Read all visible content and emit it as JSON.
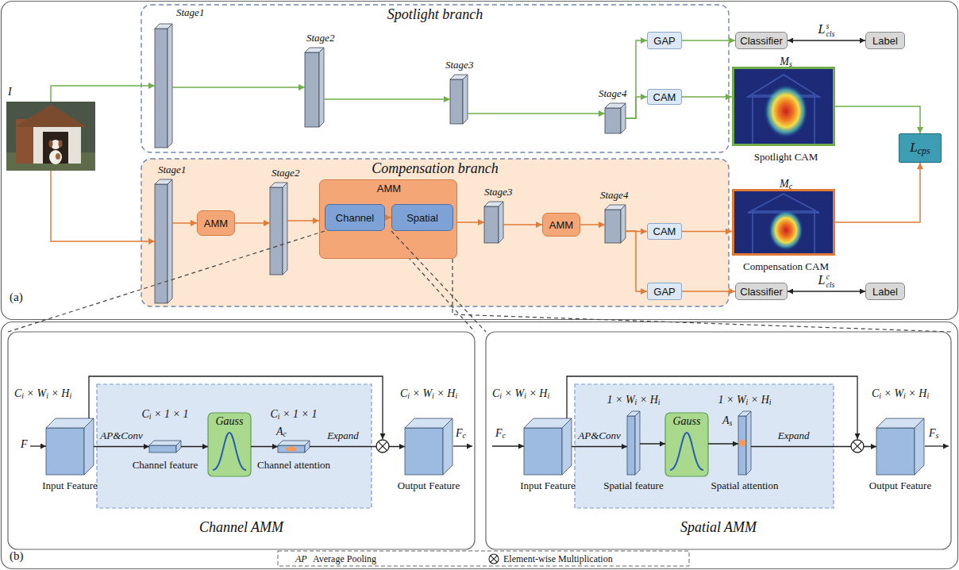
{
  "diagram": {
    "nodes": [
      {
        "text": [
          "I"
        ]
      },
      {
        "text": [
          "Spotlight branch"
        ]
      },
      {
        "text": [
          "Stage1"
        ],
        "in": 1
      },
      {
        "text": [
          "Stage2"
        ],
        "in": 1
      },
      {
        "text": [
          "Stage3"
        ],
        "in": 1
      },
      {
        "text": [
          "Stage4"
        ],
        "in": 1
      },
      {
        "text": [
          "GAP"
        ],
        "in": 1
      },
      {
        "text": [
          "CAM"
        ],
        "in": 1
      },
      {
        "text": [
          "Classifier"
        ]
      },
      {
        "text": [
          "Label"
        ]
      },
      {
        "text": [
          "Ms",
          "Spotlight CAM"
        ]
      },
      {
        "text": [
          "Lcps"
        ]
      },
      {
        "text": [
          "Compensation branch"
        ]
      },
      {
        "text": [
          "Stage1"
        ],
        "in": 12
      },
      {
        "text": [
          "AMM"
        ],
        "in": 12
      },
      {
        "text": [
          "Stage2"
        ],
        "in": 12
      },
      {
        "text": [
          "AMM"
        ],
        "in": 12
      },
      {
        "text": [
          "Channel"
        ],
        "in": 16
      },
      {
        "text": [
          "Spatial"
        ],
        "in": 16
      },
      {
        "text": [
          "Stage3"
        ],
        "in": 12
      },
      {
        "text": [
          "AMM"
        ],
        "in": 12
      },
      {
        "text": [
          "Stage4"
        ],
        "in": 12
      },
      {
        "text": [
          "CAM"
        ],
        "in": 12
      },
      {
        "text": [
          "GAP"
        ],
        "in": 12
      },
      {
        "text": [
          "Mc",
          "Compensation CAM"
        ]
      },
      {
        "text": [
          "Classifier"
        ]
      },
      {
        "text": [
          "Label"
        ]
      },
      {
        "text": [
          "Channel AMM"
        ]
      },
      {
        "text": [
          "Ci × Wi × Hi",
          "Input Feature"
        ],
        "in": 27
      },
      {
        "text": [
          "Ci × 1 × 1",
          "Channel feature"
        ],
        "in": 27
      },
      {
        "text": [
          "Gauss"
        ],
        "in": 27
      },
      {
        "text": [
          "Ci × 1 × 1",
          "Ac",
          "Channel attention"
        ],
        "in": 27
      },
      {
        "text": [
          "Ci × Wi × Hi",
          "Output Feature"
        ],
        "in": 27
      },
      {
        "text": [
          "Spatial AMM"
        ]
      },
      {
        "text": [
          "Ci × Wi × Hi",
          "Input Feature"
        ],
        "in": 33
      },
      {
        "text": [
          "1 × Wi × Hi",
          "Spatial feature"
        ],
        "in": 33
      },
      {
        "text": [
          "Gauss"
        ],
        "in": 33
      },
      {
        "text": [
          "1 × Wi × Hi",
          "As",
          "Spatial attention"
        ],
        "in": 33
      },
      {
        "text": [
          "Ci × Wi × Hi",
          "Output Feature"
        ],
        "in": 33
      }
    ],
    "edges": [
      {
        "from": 0,
        "to": 2,
        "arrow": "to"
      },
      {
        "from": 0,
        "to": 13,
        "arrow": "to"
      },
      {
        "from": 2,
        "to": 3,
        "arrow": "to"
      },
      {
        "from": 3,
        "to": 4,
        "arrow": "to"
      },
      {
        "from": 4,
        "to": 5,
        "arrow": "to"
      },
      {
        "from": 5,
        "to": 6,
        "arrow": "to"
      },
      {
        "from": 5,
        "to": 7,
        "arrow": "to"
      },
      {
        "from": 6,
        "to": 8,
        "arrow": "to"
      },
      {
        "from": 8,
        "to": 9,
        "arrow": "both",
        "label": "Lscls"
      },
      {
        "from": 7,
        "to": 10,
        "arrow": "to"
      },
      {
        "from": 10,
        "to": 11,
        "arrow": "to"
      },
      {
        "from": 13,
        "to": 14,
        "arrow": "to"
      },
      {
        "from": 14,
        "to": 15,
        "arrow": "to"
      },
      {
        "from": 15,
        "to": 16,
        "arrow": "to"
      },
      {
        "from": 16,
        "to": 19,
        "arrow": "to"
      },
      {
        "from": 19,
        "to": 20,
        "arrow": "to"
      },
      {
        "from": 20,
        "to": 21,
        "arrow": "to"
      },
      {
        "from": 21,
        "to": 22,
        "arrow": "to"
      },
      {
        "from": 21,
        "to": 23,
        "arrow": "to"
      },
      {
        "from": 22,
        "to": 24,
        "arrow": "to"
      },
      {
        "from": 23,
        "to": 25,
        "arrow": "to"
      },
      {
        "from": 25,
        "to": 26,
        "arrow": "both",
        "label": "Lccls"
      },
      {
        "from": 24,
        "to": 11,
        "arrow": "to"
      },
      {
        "from": 17,
        "to": 18,
        "arrow": "to"
      },
      {
        "from": 17,
        "to": 27,
        "arrow": "none"
      },
      {
        "from": 18,
        "to": 33,
        "arrow": "none"
      },
      {
        "from": 28,
        "to": 29,
        "arrow": "to",
        "label": "AP&Conv"
      },
      {
        "from": 29,
        "to": 30,
        "arrow": "to"
      },
      {
        "from": 30,
        "to": 31,
        "arrow": "to"
      },
      {
        "from": 31,
        "to": 32,
        "arrow": "to",
        "label": "Expand"
      },
      {
        "from": 34,
        "to": 35,
        "arrow": "to",
        "label": "AP&Conv"
      },
      {
        "from": 35,
        "to": 36,
        "arrow": "to"
      },
      {
        "from": 36,
        "to": 37,
        "arrow": "to"
      },
      {
        "from": 37,
        "to": 38,
        "arrow": "to",
        "label": "Expand"
      }
    ],
    "labels": [
      "(a)",
      "(b)",
      "F",
      "Fc",
      "Fc",
      "Fs",
      "AP"
    ],
    "legend": [
      {
        "text": "Average Pooling"
      },
      {
        "text": "Element-wise Multiplication"
      }
    ]
  }
}
